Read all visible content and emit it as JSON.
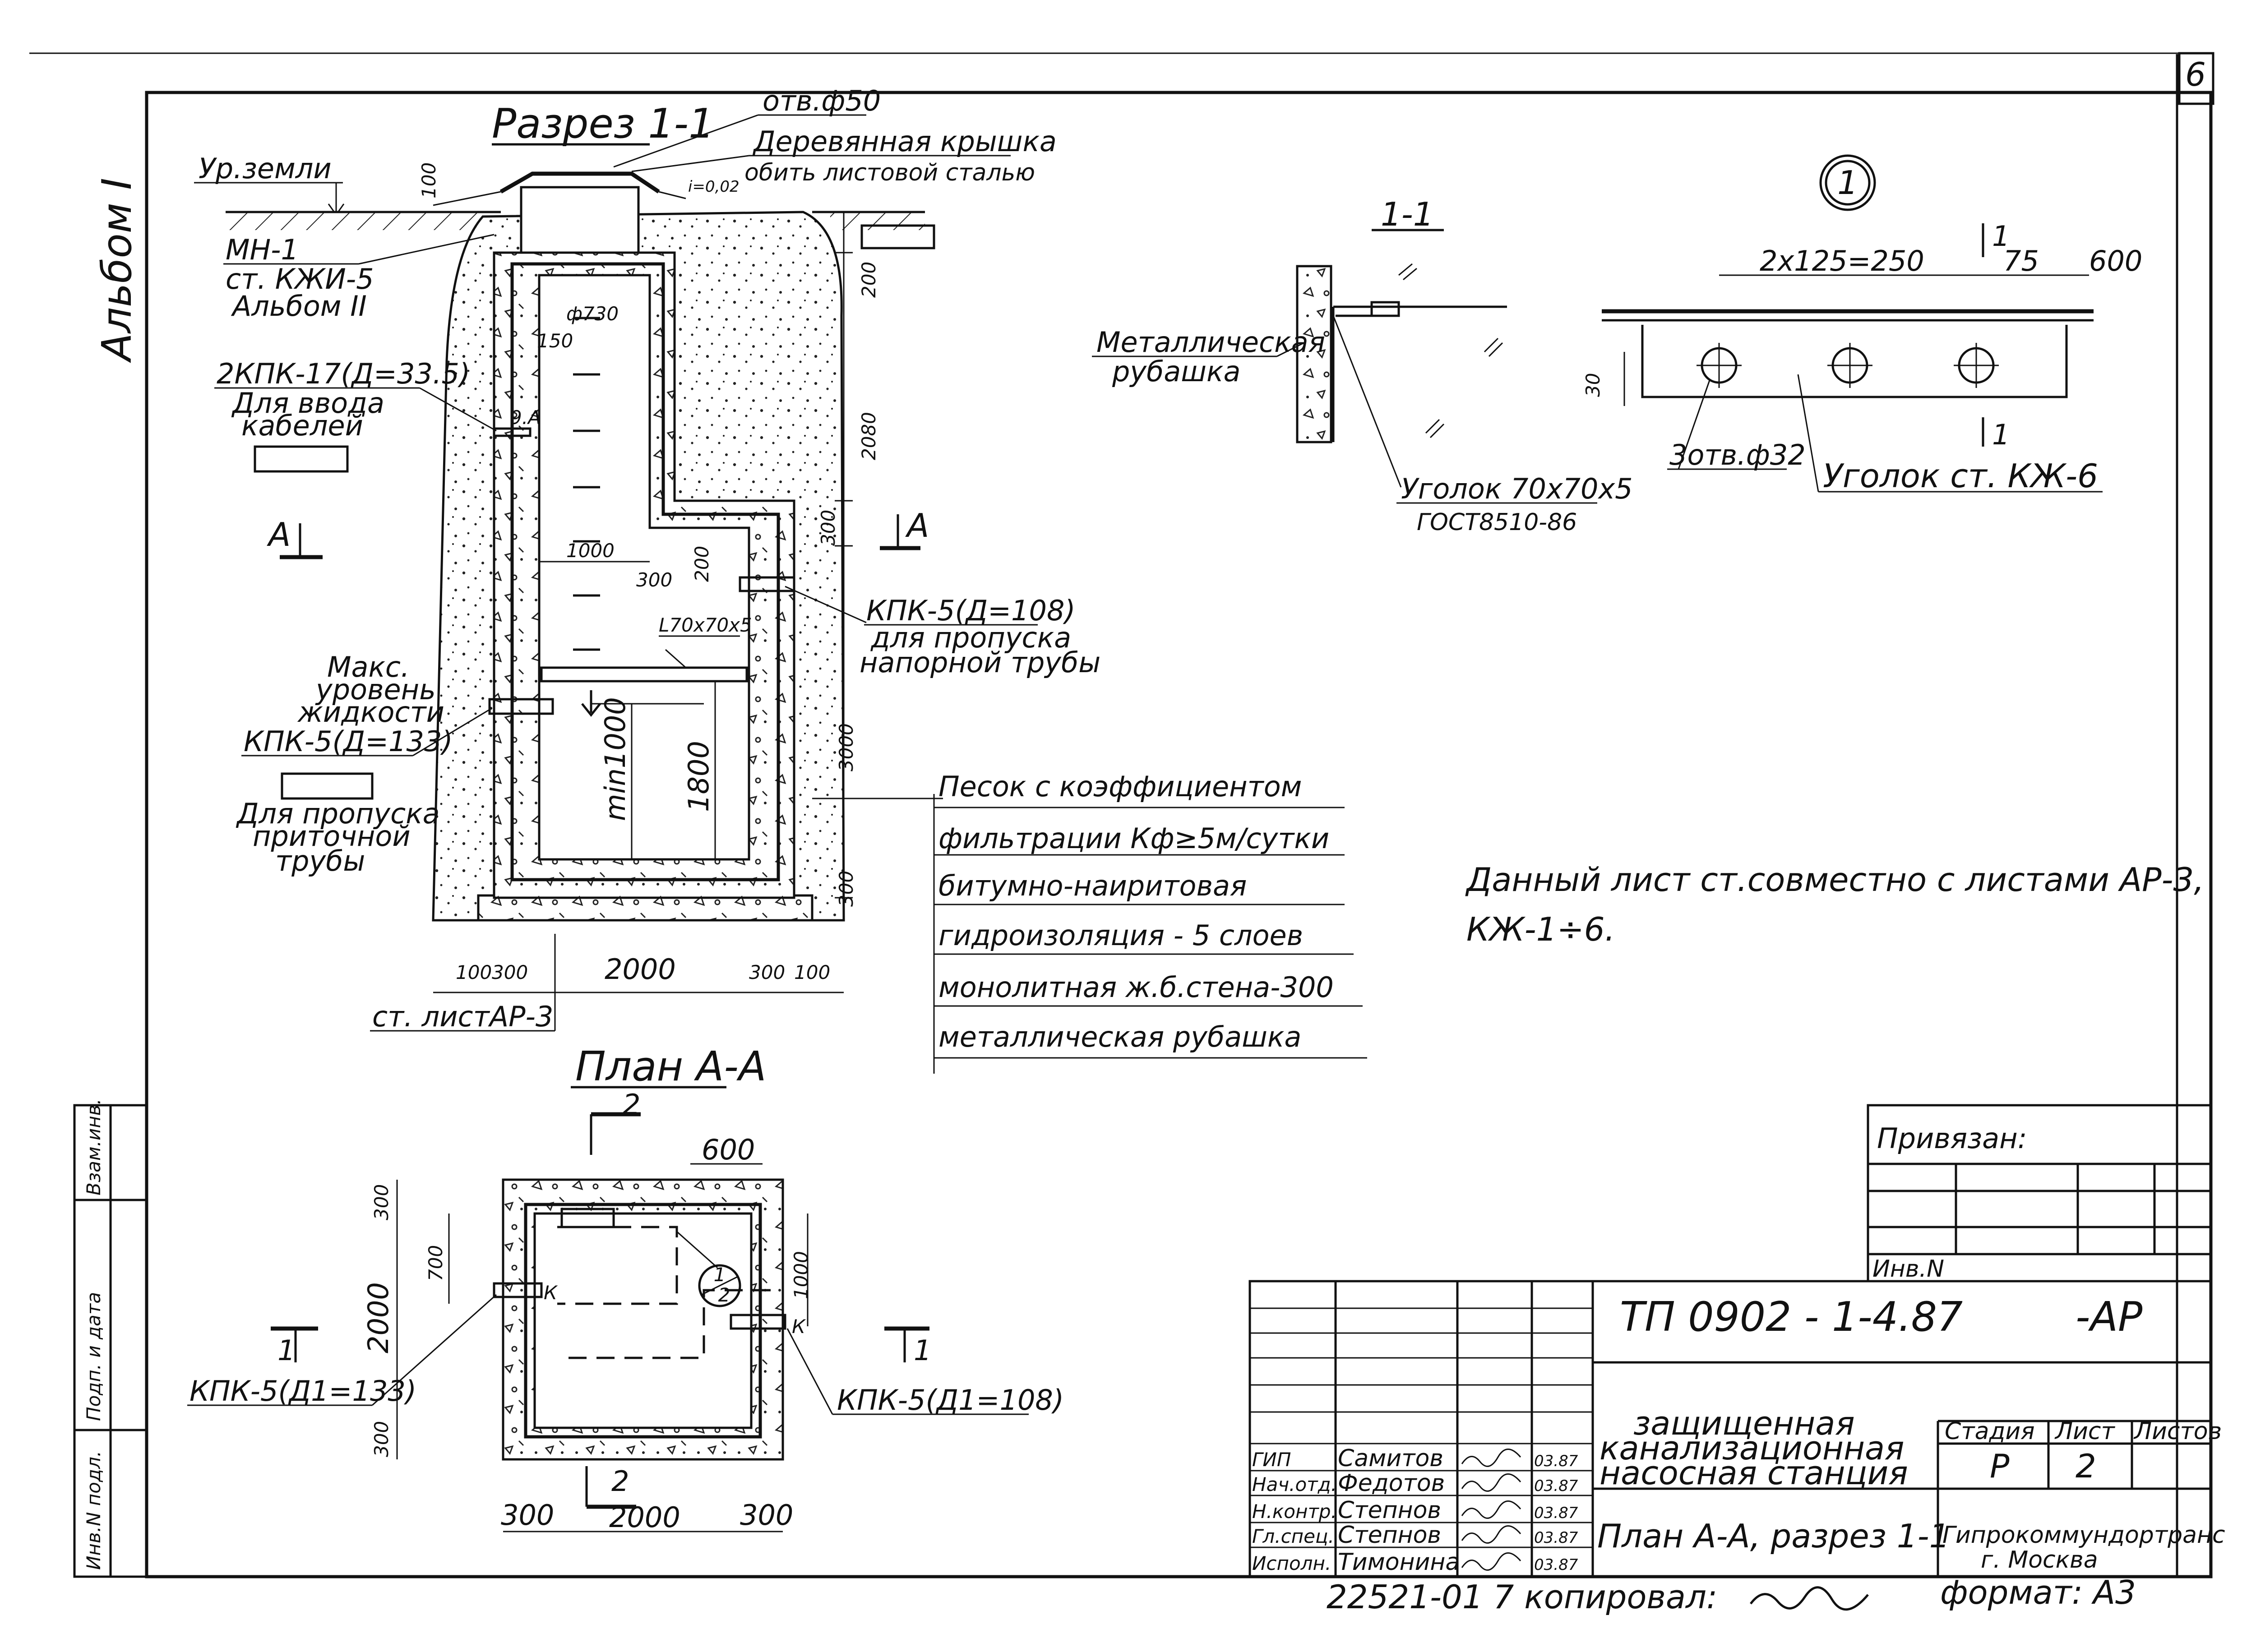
{
  "sheet": {
    "page_number": "6",
    "album_label": "Альбом I",
    "copied_note": "22521-01   7   копировал:",
    "format_label": "формат: А3"
  },
  "section_1_1": {
    "title": "Разрез 1-1",
    "hole_label": "отв.ф50",
    "lid_label": "Деревянная крышка",
    "lid_sub": "обить листовой сталью",
    "slope": "i=0,02",
    "ground_label": "Ур.земли",
    "mn_label": "МН-1",
    "mn_ref": "ст. КЖИ-5",
    "mn_album": "Альбом II",
    "kpk17_label": "2КПК-17(Д=33.5)",
    "kpk17_note1": "Для ввода",
    "kpk17_note2": "кабелей",
    "kpk5_108_label": "КПК-5(Д=108)",
    "kpk5_108_note1": "для пропуска",
    "kpk5_108_note2": "напорной трубы",
    "max_level1": "Макс.",
    "max_level2": "уровень",
    "max_level3": "жидкости",
    "kpk5_133_label": "КПК-5(Д=133)",
    "inflow_note1": "Для пропуска",
    "inflow_note2": "приточной",
    "inflow_note3": "трубы",
    "angle_label": "L70x70x5",
    "ref_sheet": "ст. листАР-3",
    "mark_a": "А",
    "mark_9a": "9.А",
    "dims": {
      "d100": "100",
      "d200": "200",
      "d2080": "2080",
      "d300_right": "300",
      "d3000": "3000",
      "d300_bottom": "300",
      "d730": "ф730",
      "d150": "150",
      "d1000": "1000",
      "d300_step": "300",
      "d200_step": "200",
      "min1000": "min1000",
      "d1800": "1800",
      "b100a": "100",
      "b300a": "300",
      "b2000": "2000",
      "b300b": "300",
      "b100b": "100"
    },
    "legend": [
      "Песок с коэффициентом",
      "фильтрации Кф≥5м/сутки",
      "битумно-наиритовая",
      "гидроизоляция - 5 слоев",
      "монолитная ж.б.стена-300",
      "металлическая рубашка"
    ]
  },
  "plan_a_a": {
    "title": "План А-А",
    "mark_2": "2",
    "mark_1": "1",
    "mark_k": "К",
    "node_top": "1",
    "node_bottom": "2",
    "kpk_left": "КПК-5(Д1=133)",
    "kpk_right": "КПК-5(Д1=108)",
    "dims": {
      "d600": "600",
      "d300_top": "300",
      "d700": "700",
      "d2000_left": "2000",
      "d300_bot": "300",
      "d1000": "1000",
      "b300a": "300",
      "b2000": "2000",
      "b300b": "300"
    }
  },
  "detail_1_1": {
    "title": "1-1",
    "jacket1": "Металлическая",
    "jacket2": "рубашка",
    "angle1": "Уголок 70х70х5",
    "angle2": "ГОСТ8510-86"
  },
  "detail_node": {
    "node": "1",
    "section_mark": "1",
    "dim_250": "2х125=250",
    "dim_75": "75",
    "dim_600": "600",
    "dim_30": "30",
    "holes": "3отв.ф32",
    "angle_ref": "Уголок ст. КЖ-6"
  },
  "note": {
    "line1": "Данный лист ст.совместно с листами АР-3,",
    "line2": "КЖ-1÷6."
  },
  "left_stamp": [
    "Инв.N подл.",
    "Подп. и дата",
    "Взам.инв."
  ],
  "title_block": {
    "bound_label": "Привязан:",
    "inv_label": "Инв.N",
    "code": "ТП   0902 - 1-4.87",
    "code_suffix": "-АР",
    "title1": "защищенная",
    "title2": "канализационная",
    "title3": "насосная станция",
    "stage_h": "Стадия",
    "sheet_h": "Лист",
    "sheets_h": "Листов",
    "stage": "Р",
    "sheet": "2",
    "drawing_name": "План А-А, разрез 1-1",
    "org1": "Гипрокоммундортранс",
    "org2": "г. Москва",
    "staff": [
      {
        "role": "ГИП",
        "name": "Самитов",
        "date": "03.87"
      },
      {
        "role": "Нач.отд.",
        "name": "Федотов",
        "date": "03.87"
      },
      {
        "role": "Н.контр.",
        "name": "Степнов",
        "date": "03.87"
      },
      {
        "role": "Гл.спец.",
        "name": "Степнов",
        "date": "03.87"
      },
      {
        "role": "Исполн.",
        "name": "Тимонина",
        "date": "03.87"
      }
    ]
  }
}
